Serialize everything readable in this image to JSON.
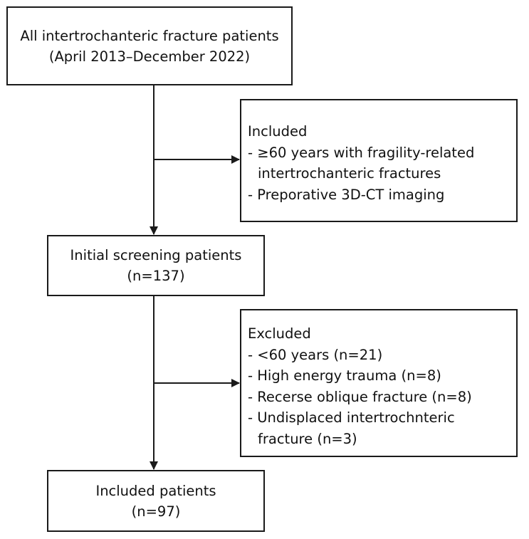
{
  "source_box": {
    "line1": "All intertrochanteric fracture patients",
    "line2": "(April 2013–December 2022)"
  },
  "included_box": {
    "heading": "Included",
    "item1_line1": "- ≥60 years with fragility-related",
    "item1_line2": "intertrochanteric fractures",
    "item2": "- Preporative 3D-CT imaging"
  },
  "screening_box": {
    "line1": "Initial screening patients",
    "line2": "(n=137)"
  },
  "excluded_box": {
    "heading": "Excluded",
    "item1": "- <60 years (n=21)",
    "item2": "- High energy trauma (n=8)",
    "item3": "- Recerse oblique fracture (n=8)",
    "item4_line1": "- Undisplaced intertrochnteric",
    "item4_line2": "fracture (n=3)"
  },
  "final_box": {
    "line1": "Included patients",
    "line2": "(n=97)"
  },
  "colors": {
    "stroke": "#1a1a1a",
    "background": "#ffffff"
  }
}
